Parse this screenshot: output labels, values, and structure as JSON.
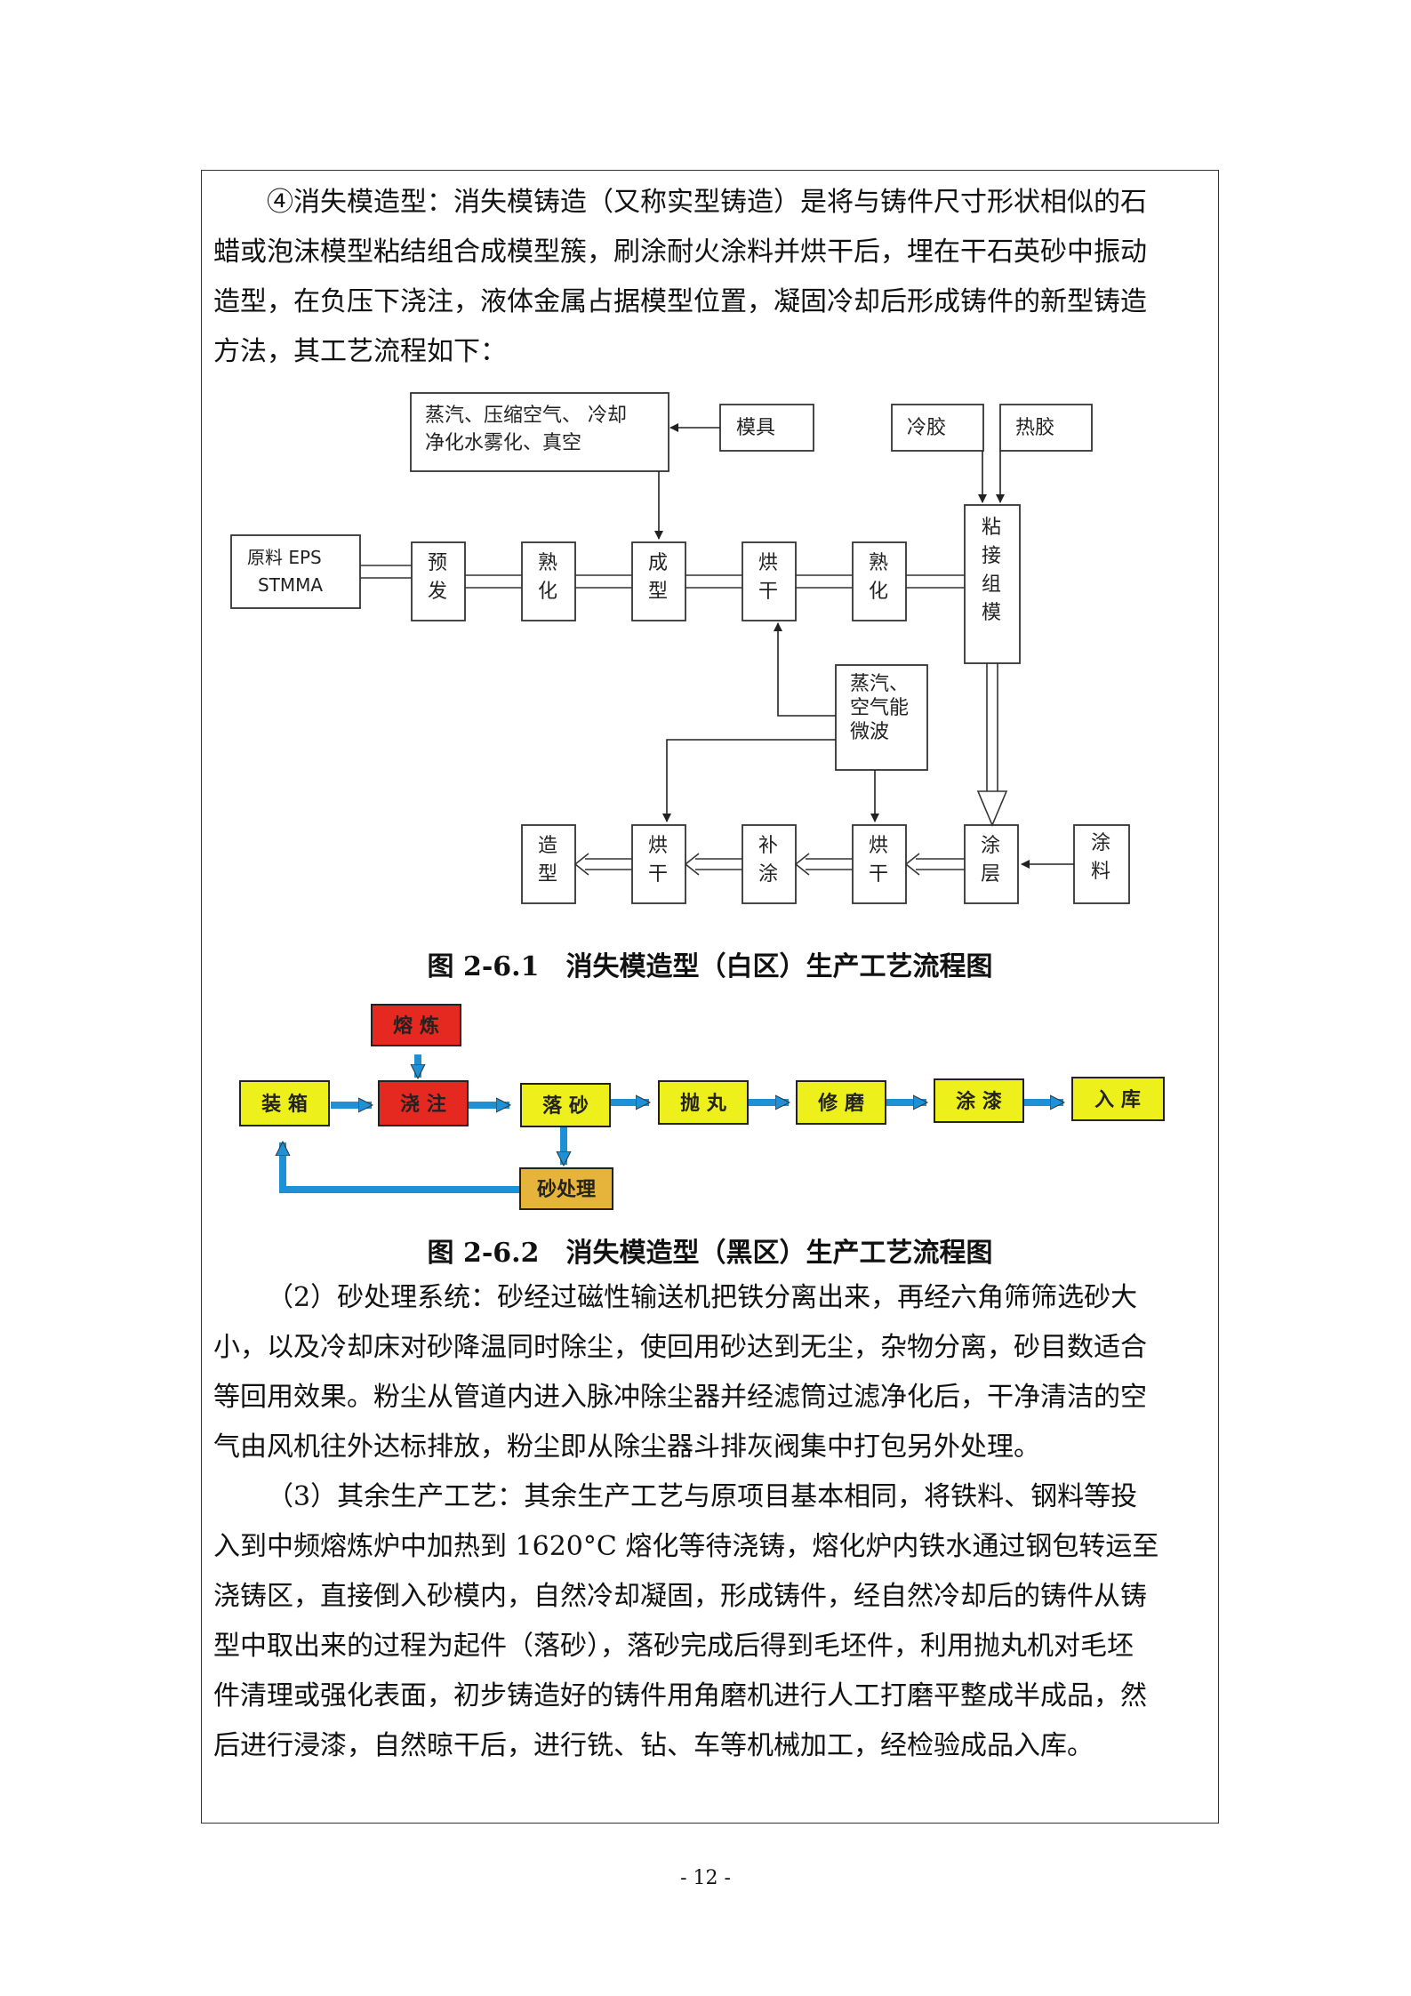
{
  "page_number": "- 12 -",
  "intro_paragraph": [
    "④消失模造型：消失模铸造（又称实型铸造）是将与铸件尺寸形状相似的石",
    "蜡或泡沫模型粘结组合成模型簇，刷涂耐火涂料并烘干后，埋在干石英砂中振动",
    "造型，在负压下浇注，液体金属占据模型位置，凝固冷却后形成铸件的新型铸造",
    "方法，其工艺流程如下："
  ],
  "figure1": {
    "caption": "图 2-6.1　消失模造型（白区）生产工艺流程图",
    "boxes": {
      "steam_box": [
        "蒸汽、压缩空气、 冷却",
        "净化水雾化、真空"
      ],
      "mold": "模具",
      "cold_glue": "冷胶",
      "hot_glue": "热胶",
      "raw": [
        "原料 EPS",
        "STMMA"
      ],
      "pre_expand": [
        "预",
        "发"
      ],
      "mature1": [
        "熟",
        "化"
      ],
      "forming": [
        "成",
        "型"
      ],
      "dry1": [
        "烘",
        "干"
      ],
      "mature2": [
        "熟",
        "化"
      ],
      "glue_assembly": [
        "粘",
        "接",
        "组",
        "模"
      ],
      "steam_air_micro": [
        "蒸汽、",
        "空气能",
        "微波"
      ],
      "molding": [
        "造",
        "型"
      ],
      "dry3": [
        "烘",
        "干"
      ],
      "recoat": [
        "补",
        "涂"
      ],
      "dry2": [
        "烘",
        "干"
      ],
      "coating": [
        "涂",
        "层"
      ],
      "paint": [
        "涂",
        "料"
      ]
    }
  },
  "figure2": {
    "caption": "图 2-6.2　消失模造型（黑区）生产工艺流程图",
    "boxes": {
      "smelting": "熔 炼",
      "boxing": "装 箱",
      "pouring": "浇 注",
      "shakeout": "落 砂",
      "shot_blast": "抛 丸",
      "grinding": "修 磨",
      "painting": "涂 漆",
      "storage": "入 库",
      "sand_treatment": "砂处理"
    },
    "colors": {
      "yellow": "#eef01c",
      "red": "#e52820",
      "sand": "#e6b43a",
      "arrow": "#1e90d6"
    }
  },
  "paragraph2": [
    "（2）砂处理系统：砂经过磁性输送机把铁分离出来，再经六角筛筛选砂大",
    "小，以及冷却床对砂降温同时除尘，使回用砂达到无尘，杂物分离，砂目数适合",
    "等回用效果。粉尘从管道内进入脉冲除尘器并经滤筒过滤净化后，干净清洁的空",
    "气由风机往外达标排放，粉尘即从除尘器斗排灰阀集中打包另外处理。"
  ],
  "paragraph3": [
    "（3）其余生产工艺：其余生产工艺与原项目基本相同，将铁料、钢料等投",
    "入到中频熔炼炉中加热到 1620°C 熔化等待浇铸，熔化炉内铁水通过钢包转运至",
    "浇铸区，直接倒入砂模内，自然冷却凝固，形成铸件，经自然冷却后的铸件从铸",
    "型中取出来的过程为起件（落砂），落砂完成后得到毛坯件，利用抛丸机对毛坯",
    "件清理或强化表面，初步铸造好的铸件用角磨机进行人工打磨平整成半成品，然",
    "后进行浸漆，自然晾干后，进行铣、钻、车等机械加工，经检验成品入库。"
  ]
}
